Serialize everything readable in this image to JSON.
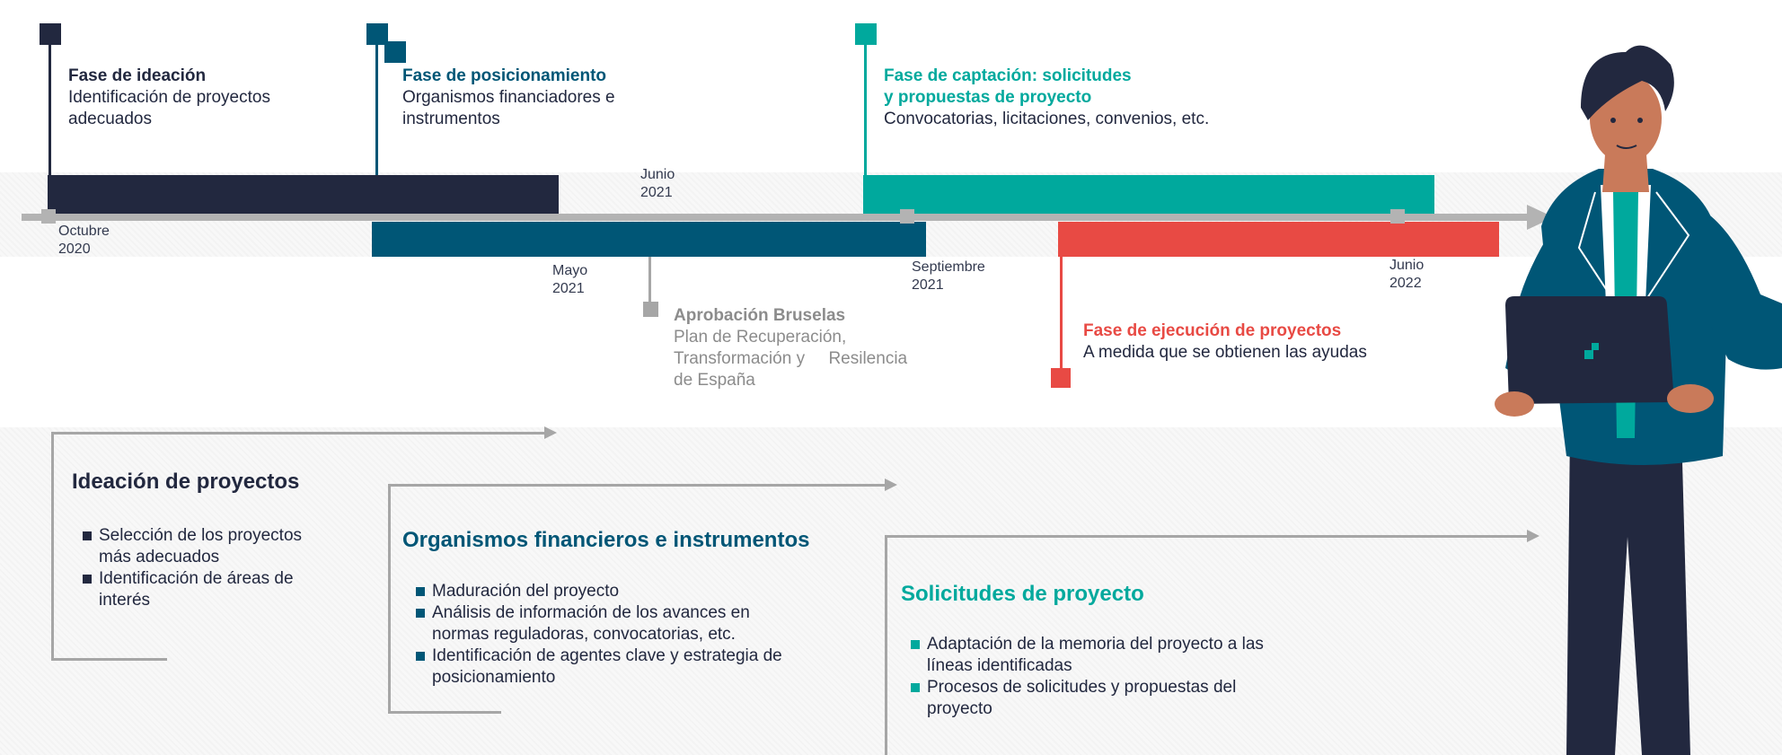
{
  "colors": {
    "navy": "#22283f",
    "petrol": "#005676",
    "teal": "#00a99d",
    "red": "#e84a44",
    "gray": "#a6a6a6"
  },
  "timeline": {
    "phases": [
      {
        "id": "ideacion",
        "title": "Fase de ideación",
        "desc": "Identificación de proyectos adecuados"
      },
      {
        "id": "posicionamiento",
        "title": "Fase de posicionamiento",
        "desc": "Organismos financiadores e instrumentos"
      },
      {
        "id": "captacion",
        "title_line1": "Fase de captación: solicitudes",
        "title_line2": "y propuestas de proyecto",
        "desc": "Convocatorias, licitaciones, convenios, etc."
      },
      {
        "id": "ejecucion",
        "title": "Fase de ejecución de proyectos",
        "desc": "A medida que se obtienen las ayudas"
      }
    ],
    "milestone": {
      "title": "Aprobación Bruselas",
      "desc_line1": "Plan de Recuperación,",
      "desc_line2": "Transformación y     Resilencia",
      "desc_line3": "de España"
    },
    "dates": {
      "octubre_2020": "Octubre\n2020",
      "junio_2021": "Junio\n2021",
      "mayo_2021": "Mayo\n2021",
      "septiembre_2021": "Septiembre\n2021",
      "junio_2022": "Junio\n2022"
    }
  },
  "sections": [
    {
      "title": "Ideación de proyectos",
      "items": [
        "Selección de los proyectos más adecuados",
        "Identificación de áreas de interés"
      ]
    },
    {
      "title": "Organismos financieros e instrumentos",
      "items": [
        "Maduración del proyecto",
        "Análisis de información de los avances en normas reguladoras, convocatorias, etc.",
        "Identificación de agentes clave y estrategia de posicionamiento"
      ]
    },
    {
      "title": "Solicitudes de proyecto",
      "items": [
        "Adaptación de la memoria del proyecto a las líneas identificadas",
        "Procesos de solicitudes y propuestas del proyecto"
      ]
    }
  ]
}
